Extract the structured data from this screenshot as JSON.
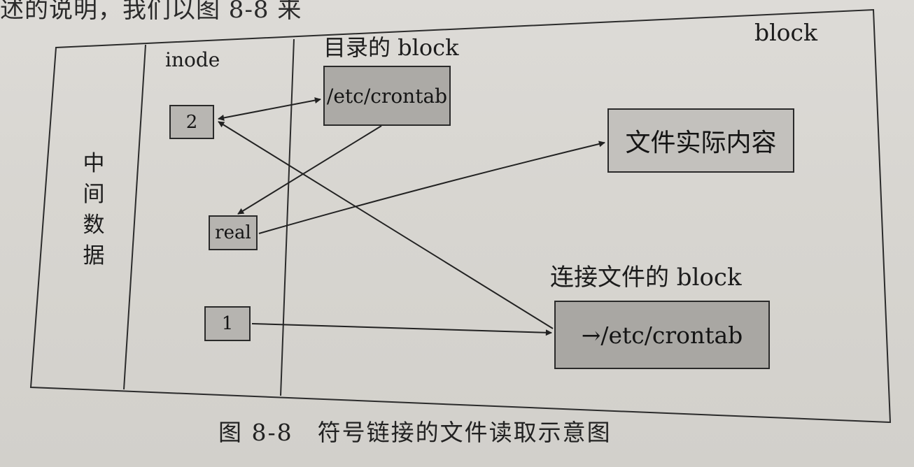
{
  "top_text": "述的说明，我们以图 8-8 来",
  "diagram": {
    "outer_label": "block",
    "column_middle_data": "中间数据",
    "column_inode": "inode",
    "dir_block_title": "目录的 block",
    "dir_block_entry": "/etc/crontab",
    "inode_2": "2",
    "inode_real": "real",
    "inode_1": "1",
    "file_content": "文件实际内容",
    "link_block_title": "连接文件的 block",
    "link_block_entry": "→/etc/crontab"
  },
  "caption": "图 8-8　符号链接的文件读取示意图"
}
